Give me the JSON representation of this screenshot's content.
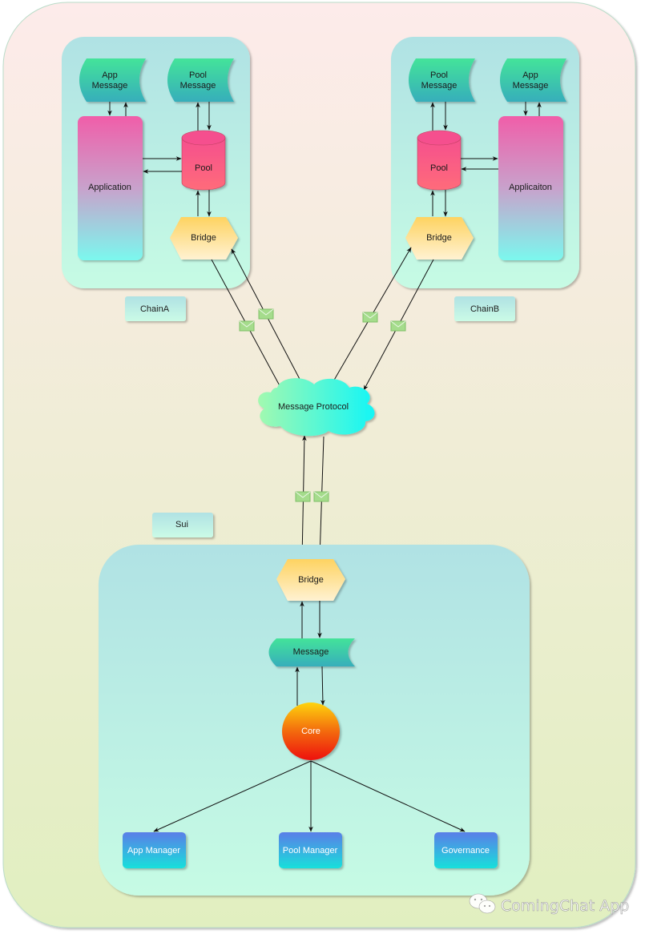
{
  "diagram": {
    "chainA": {
      "label": "ChainA",
      "app_message": [
        "App",
        "Message"
      ],
      "pool_message": [
        "Pool",
        "Message"
      ],
      "application": "Application",
      "pool": "Pool",
      "bridge": "Bridge"
    },
    "chainB": {
      "label": "ChainB",
      "app_message": [
        "App",
        "Message"
      ],
      "pool_message": [
        "Pool",
        "Message"
      ],
      "application": "Applicaiton",
      "pool": "Pool",
      "bridge": "Bridge"
    },
    "protocol": {
      "label": "Message Protocol"
    },
    "sui": {
      "label": "Sui",
      "bridge": "Bridge",
      "message": "Message",
      "core": "Core",
      "modules": [
        "App Manager",
        "Pool Manager",
        "Governance"
      ]
    },
    "colors": {
      "outer_top": "#fdebea",
      "outer_bottom": "#e3efc3",
      "group_top": "#b0e2e4",
      "group_bottom": "#c6fbe4",
      "message_top": "#44e39a",
      "message_bottom": "#36aebb",
      "app_top": "#f05ea9",
      "app_bottom": "#7bf8ee",
      "pool_top": "#f5508e",
      "pool_bottom": "#ff6b7a",
      "bridge_top": "#fed361",
      "bridge_bottom": "#fff2d2",
      "core_top": "#fed410",
      "core_bottom": "#ee1010",
      "module_top": "#5a7ee8",
      "module_bottom": "#18e0db",
      "envelope": "#a5dc8c"
    }
  },
  "watermark": {
    "icon": "wechat-icon",
    "text": "ComingChat App"
  }
}
